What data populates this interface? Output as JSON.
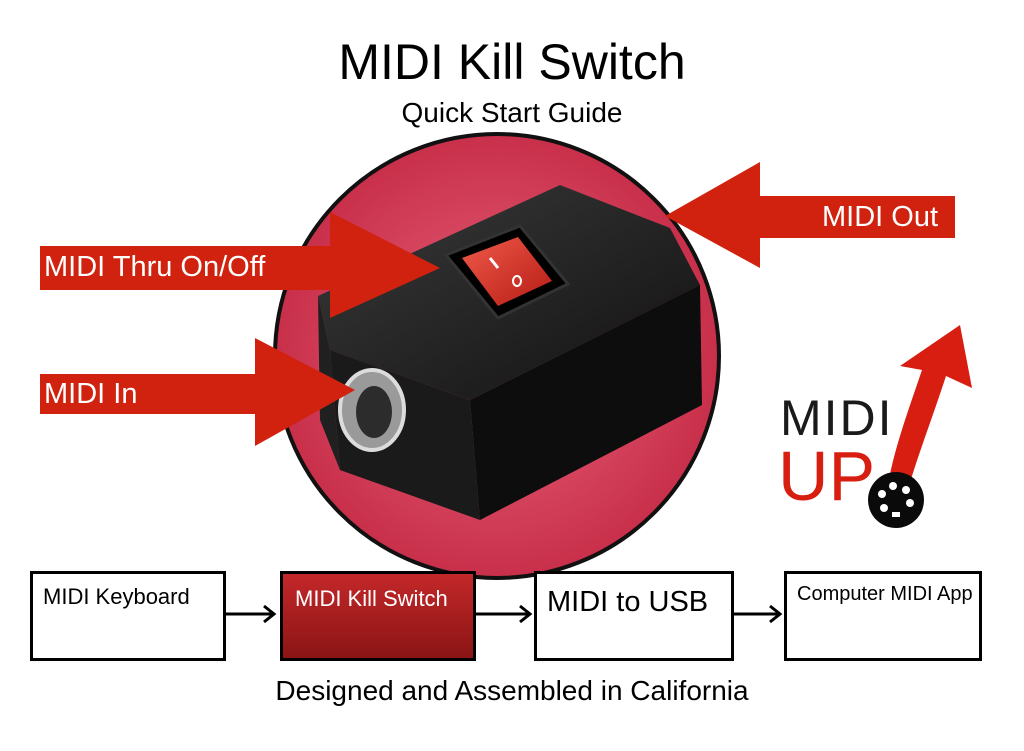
{
  "header": {
    "title": "MIDI Kill Switch",
    "subtitle": "Quick Start Guide"
  },
  "photo_labels": {
    "midi_thru": "MIDI Thru On/Off",
    "midi_in": "MIDI In",
    "midi_out": "MIDI Out"
  },
  "logo": {
    "line1": "MIDI",
    "line2": "UP"
  },
  "flow": [
    {
      "label": "MIDI Keyboard"
    },
    {
      "label": "MIDI Kill Switch"
    },
    {
      "label": "MIDI to USB"
    },
    {
      "label": "Computer MIDI App"
    }
  ],
  "footer": "Designed and Assembled in California",
  "colors": {
    "accent_red": "#d0220f",
    "circle_red": "#d8445a",
    "box_black": "#141414"
  }
}
